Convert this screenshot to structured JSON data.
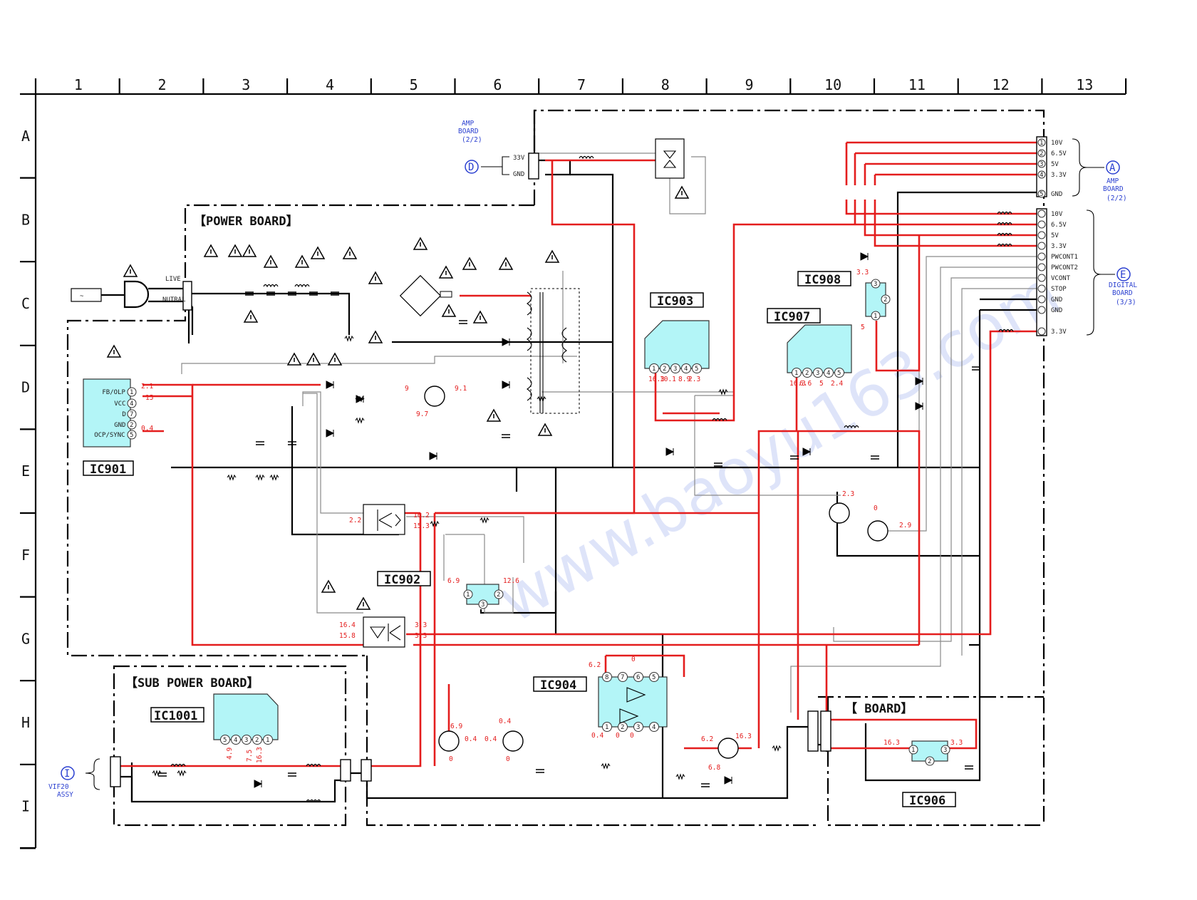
{
  "grid": {
    "columns": [
      "1",
      "2",
      "3",
      "4",
      "5",
      "6",
      "7",
      "8",
      "9",
      "10",
      "11",
      "12",
      "13"
    ],
    "rows": [
      "A",
      "B",
      "C",
      "D",
      "E",
      "F",
      "G",
      "H",
      "I"
    ]
  },
  "boards": {
    "power": "【POWER BOARD】",
    "sub_power": "【SUB POWER BOARD】",
    "lower_right": "【      BOARD】"
  },
  "ics": {
    "ic901": "IC901",
    "ic902": "IC902",
    "ic903": "IC903",
    "ic904": "IC904",
    "ic906": "IC906",
    "ic907": "IC907",
    "ic908": "IC908",
    "ic1001": "IC1001"
  },
  "ic901_pins": [
    "FB/OLP",
    "VCC",
    "D",
    "GND",
    "OCP/SYNC"
  ],
  "mains": {
    "live": "LIVE",
    "neutral": "NUTRAL",
    "ac_symbol": "~"
  },
  "connector_d": {
    "letter": "D",
    "board": [
      "AMP",
      "BOARD",
      "(2/2)"
    ],
    "pins": [
      "33V",
      "GND"
    ]
  },
  "connector_a": {
    "letter": "A",
    "board": [
      "AMP",
      "BOARD",
      "(2/2)"
    ],
    "pins": [
      "10V",
      "6.5V",
      "5V",
      "3.3V",
      "GND"
    ]
  },
  "connector_e": {
    "letter": "E",
    "board": [
      "DIGITAL",
      "BOARD",
      "(3/3)"
    ],
    "pins": [
      "10V",
      "6.5V",
      "5V",
      "3.3V",
      "PWCONT1",
      "PWCONT2",
      "VCONT",
      "STOP",
      "GND",
      "GND",
      "3.3V"
    ]
  },
  "connector_i": {
    "letter": "I",
    "board": [
      "VIF20",
      "ASSY"
    ]
  },
  "voltages": {
    "ic901_fb": "2.1",
    "ic901_vcc": "15",
    "ic901_ocp": "0.4",
    "q_base": "9",
    "q_emit": "9.1",
    "q_coll": "9.7",
    "opto1_in": "2.2",
    "opto1_a": "16.2",
    "opto1_b": "15.3",
    "ic902_in": "6.9",
    "ic902_out": "12.6",
    "opto2_a": "16.4",
    "opto2_b": "15.8",
    "opto2_c": "3.3",
    "opto2_d": "3.3",
    "ic903_p1": "16.3",
    "ic903_p2": "10.1",
    "ic903_p4": "8.9",
    "ic903_p5": "2.3",
    "ic907_p1": "16.3",
    "ic907_p2": "6.6",
    "ic907_p4": "5",
    "ic907_p5": "2.4",
    "ic908_top": "3.3",
    "ic908_bot": "5",
    "q908_a": "2.3",
    "q908_b": "0",
    "q908_c": "2.9",
    "ic904_p8": "6.2",
    "ic904_p6": "0",
    "ic904_p1": "0.4",
    "ic904_p2": "0",
    "ic904_p3": "0",
    "q904a_b": "6.9",
    "q904a_e": "0.4",
    "q904a_c": "0",
    "q904b_b": "0.4",
    "q904b_c": "0.4",
    "q904b_e": "0",
    "q906_b": "6.2",
    "q906_c": "16.3",
    "q906_e": "6.8",
    "ic906_in": "16.3",
    "ic906_out": "3.3",
    "ic1001_p4": "4.9",
    "ic1001_p2": "7.5",
    "ic1001_p1": "16.3"
  },
  "colors": {
    "signal": "#e41d1d",
    "ic_fill": "#b3f5f7",
    "link": "#2a3fd0"
  }
}
